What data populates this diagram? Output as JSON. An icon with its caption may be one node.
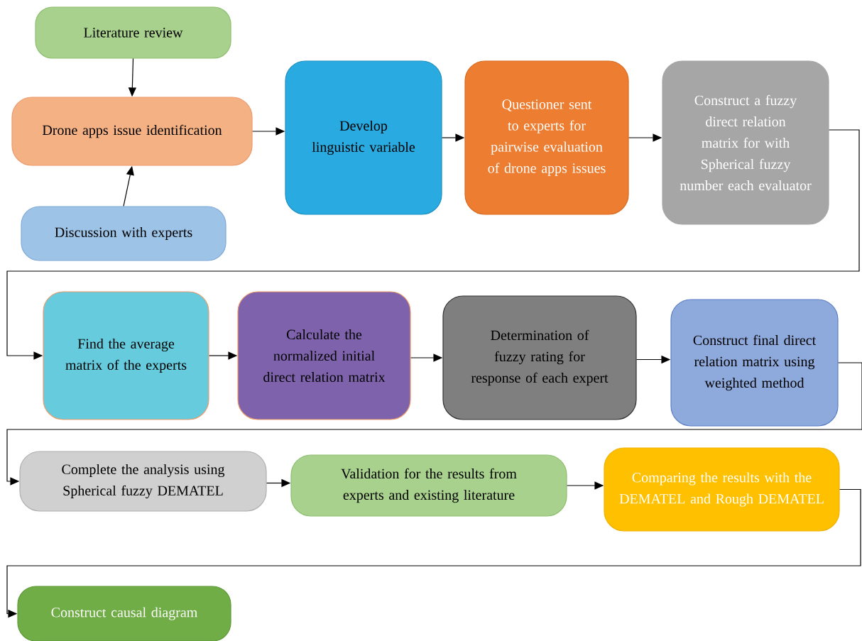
{
  "diagram": {
    "nodes": [
      {
        "text": [
          "Literature review"
        ]
      },
      {
        "text": [
          "Drone apps issue identification"
        ]
      },
      {
        "text": [
          "Discussion with experts"
        ]
      },
      {
        "text": [
          "Develop linguistic variable"
        ]
      },
      {
        "text": [
          "Questioner sent to experts for pairwise evaluation of drone apps issues"
        ]
      },
      {
        "text": [
          "Construct a fuzzy direct relation matrix for with Spherical fuzzy number each evaluator"
        ]
      },
      {
        "text": [
          "Find the average matrix of the experts"
        ]
      },
      {
        "text": [
          "Calculate the normalized initial direct relation matrix"
        ]
      },
      {
        "text": [
          "Determination of fuzzy rating for response of each expert"
        ]
      },
      {
        "text": [
          "Construct final direct relation matrix using weighted method"
        ]
      },
      {
        "text": [
          "Complete the analysis using Spherical fuzzy DEMATEL"
        ]
      },
      {
        "text": [
          "Validation for the results from experts and existing literature"
        ]
      },
      {
        "text": [
          "Comparing the results with the DEMATEL and Rough DEMATEL"
        ]
      },
      {
        "text": [
          "Construct causal diagram"
        ]
      }
    ],
    "edges": [
      {
        "from": 0,
        "to": 1,
        "arrow": "to"
      },
      {
        "from": 2,
        "to": 1,
        "arrow": "to"
      },
      {
        "from": 1,
        "to": 3,
        "arrow": "to"
      },
      {
        "from": 3,
        "to": 4,
        "arrow": "to"
      },
      {
        "from": 4,
        "to": 5,
        "arrow": "to"
      },
      {
        "from": 5,
        "to": 6,
        "arrow": "to"
      },
      {
        "from": 6,
        "to": 7,
        "arrow": "to"
      },
      {
        "from": 7,
        "to": 8,
        "arrow": "to"
      },
      {
        "from": 8,
        "to": 9,
        "arrow": "to"
      },
      {
        "from": 9,
        "to": 10,
        "arrow": "to"
      },
      {
        "from": 10,
        "to": 11,
        "arrow": "to"
      },
      {
        "from": 11,
        "to": 12,
        "arrow": "to"
      },
      {
        "from": 12,
        "to": 13,
        "arrow": "to"
      }
    ]
  }
}
